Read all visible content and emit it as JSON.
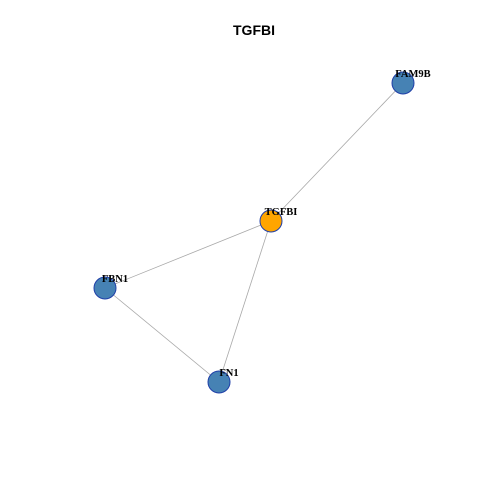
{
  "title": "TGFBI",
  "colors": {
    "hub": "#ffa500",
    "neighbor": "#4682b4",
    "node_border": "#1f3fa8",
    "edge": "#a8a8a8"
  },
  "nodes": [
    {
      "id": "TGFBI",
      "label": "TGFBI",
      "role": "hub"
    },
    {
      "id": "FAM9B",
      "label": "FAM9B",
      "role": "neighbor"
    },
    {
      "id": "FBN1",
      "label": "FBN1",
      "role": "neighbor"
    },
    {
      "id": "FN1",
      "label": "FN1",
      "role": "neighbor"
    }
  ],
  "edges": [
    {
      "source": "TGFBI",
      "target": "FAM9B"
    },
    {
      "source": "TGFBI",
      "target": "FBN1"
    },
    {
      "source": "TGFBI",
      "target": "FN1"
    },
    {
      "source": "FBN1",
      "target": "FN1"
    }
  ]
}
